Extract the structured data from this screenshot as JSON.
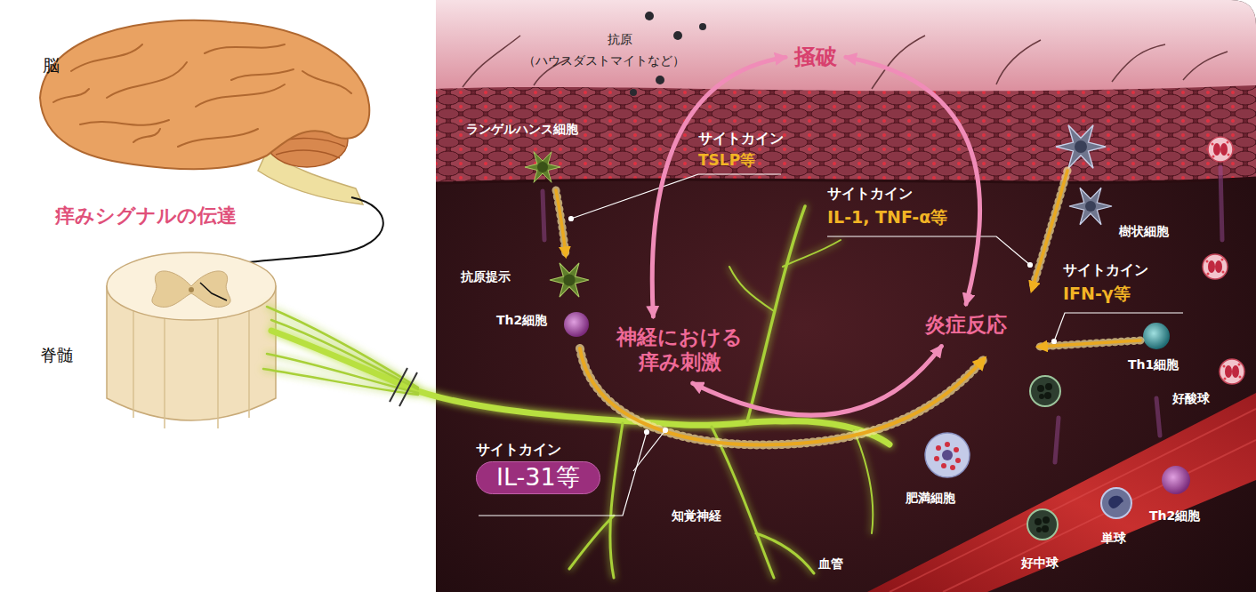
{
  "diagram": {
    "nodes": [
      {
        "text": [
          "掻破"
        ]
      },
      {
        "text": [
          "神経における痒み刺激"
        ]
      },
      {
        "text": [
          "炎症反応"
        ]
      },
      {
        "text": [
          "サイトカイン",
          "IL-31等"
        ]
      }
    ],
    "edges": [
      {
        "from": 0,
        "to": 1,
        "arrow": "both"
      },
      {
        "from": 0,
        "to": 2,
        "arrow": "both"
      },
      {
        "from": 1,
        "to": 2,
        "arrow": "both"
      }
    ],
    "labels": [
      "脳",
      "痒みシグナルの伝達",
      "脊髄",
      "抗原",
      "（ハウスダストマイトなど）",
      "ランゲルハンス細胞",
      "サイトカイン",
      "TSLP等",
      "サイトカイン",
      "IL-1, TNF-α等",
      "樹状細胞",
      "サイトカイン",
      "IFN-γ等",
      "抗原提示",
      "Th2細胞",
      "Th1細胞",
      "好酸球",
      "肥満細胞",
      "知覚神経",
      "好中球",
      "単球",
      "Th2細胞",
      "血管"
    ]
  }
}
